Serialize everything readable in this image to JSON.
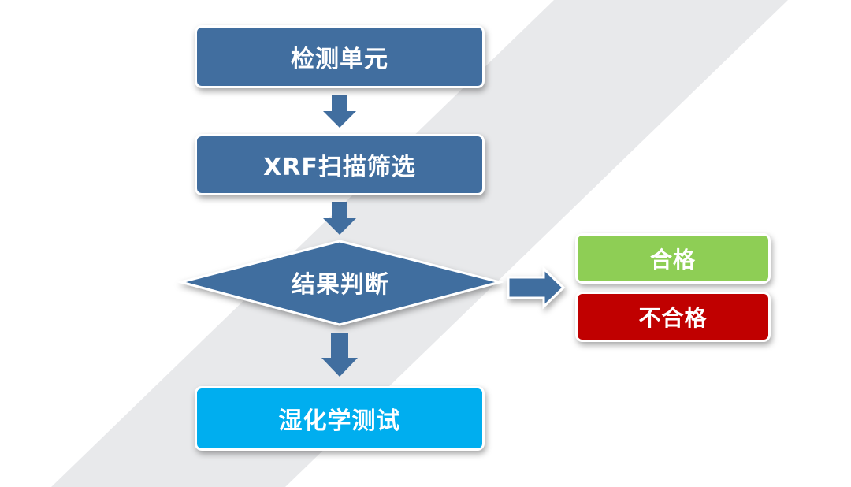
{
  "flow": {
    "step1": "检测单元",
    "step2": "XRF扫描筛选",
    "decision": "结果判断",
    "step3": "湿化学测试"
  },
  "outcomes": {
    "pass": "合格",
    "fail": "不合格"
  },
  "colors": {
    "process_fill": "#416e9f",
    "arrow_fill": "#416e9f",
    "wet_chem_fill": "#00aeef",
    "pass_fill": "#8ece55",
    "fail_fill": "#c00000",
    "background_stripe": "#e8e9eb"
  }
}
